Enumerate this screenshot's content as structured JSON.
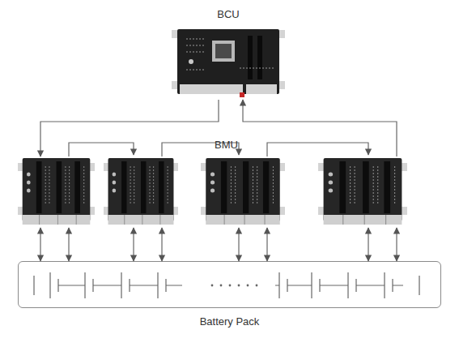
{
  "diagram": {
    "nodes": [
      {
        "text": [
          "BCU"
        ]
      },
      {
        "text": [
          "BMU"
        ]
      },
      {
        "text": [
          "Battery Pack"
        ]
      }
    ],
    "edges": [
      {
        "from": 0,
        "to": 1,
        "arrow": "to"
      },
      {
        "from": 1,
        "to": 0,
        "arrow": "to"
      },
      {
        "from": 1,
        "to": 2,
        "arrow": "both"
      },
      {
        "from": 1,
        "to": 2,
        "arrow": "both"
      },
      {
        "from": 1,
        "to": 2,
        "arrow": "both"
      },
      {
        "from": 1,
        "to": 2,
        "arrow": "both"
      },
      {
        "from": 1,
        "to": 2,
        "arrow": "both"
      },
      {
        "from": 1,
        "to": 2,
        "arrow": "both"
      },
      {
        "from": 1,
        "to": 2,
        "arrow": "both"
      },
      {
        "from": 1,
        "to": 2,
        "arrow": "both"
      }
    ]
  }
}
